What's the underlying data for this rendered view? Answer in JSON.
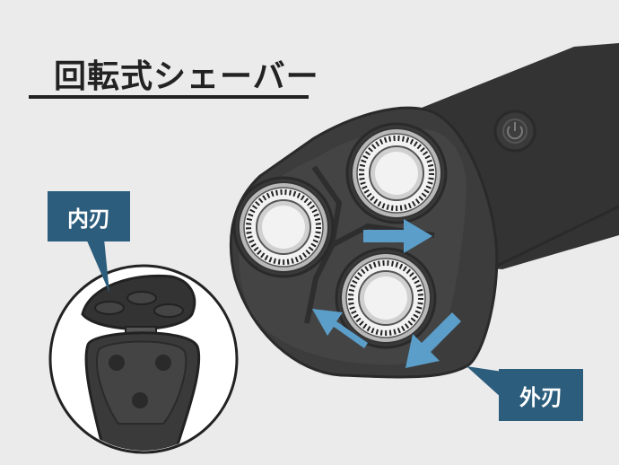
{
  "title": "回転式シェーバー",
  "labels": {
    "inner_blade": "内刃",
    "outer_blade": "外刃"
  },
  "colors": {
    "background": "#ebebeb",
    "title_text": "#222222",
    "label_fill": "#2c5d7c",
    "arrow_fill": "#5b9ec9",
    "shaver_dark": "#333333",
    "shaver_mid": "#444444",
    "foil_ring": "#b8b8b8",
    "foil_center": "#f2f2f2"
  },
  "icons": {
    "power_button": "power-icon"
  }
}
